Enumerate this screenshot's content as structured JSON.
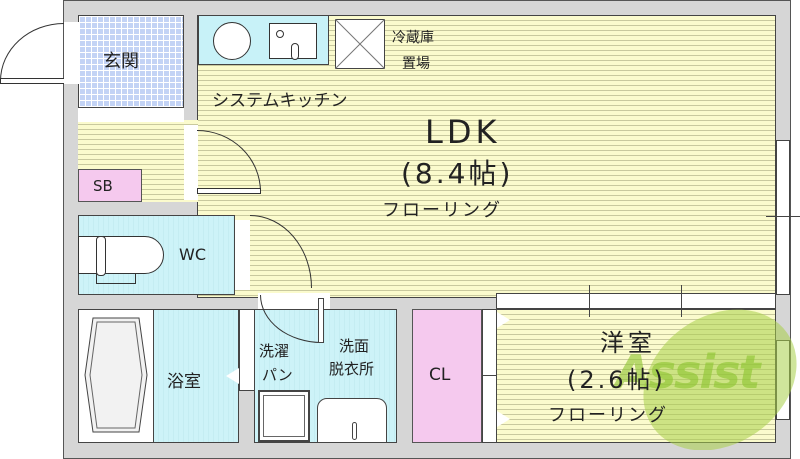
{
  "rooms": {
    "entrance": {
      "label": "玄関"
    },
    "kitchen": {
      "label": "システムキッチン"
    },
    "fridge": {
      "line1": "冷蔵庫",
      "line2": "置場"
    },
    "ldk": {
      "name": "LDK",
      "size": "(8.4帖)",
      "floor": "フローリング"
    },
    "shoe_box": {
      "label": "SB"
    },
    "toilet": {
      "label": "WC"
    },
    "bathroom": {
      "label": "浴室"
    },
    "laundry_pan": {
      "line1": "洗濯",
      "line2": "パン"
    },
    "washroom": {
      "line1": "洗面",
      "line2": "脱衣所"
    },
    "closet": {
      "label": "CL"
    },
    "western_room": {
      "name": "洋室",
      "size": "(2.6帖)",
      "floor": "フローリング"
    }
  },
  "watermark": {
    "text": "Assist"
  },
  "colors": {
    "wall": "#d6d6d6",
    "flooring": "#fbfbcd",
    "wet_area": "#cdf3f8",
    "entrance_tile": "#c3d3f5",
    "storage": "#f5c9ee",
    "watermark": "#9ccc3c"
  }
}
